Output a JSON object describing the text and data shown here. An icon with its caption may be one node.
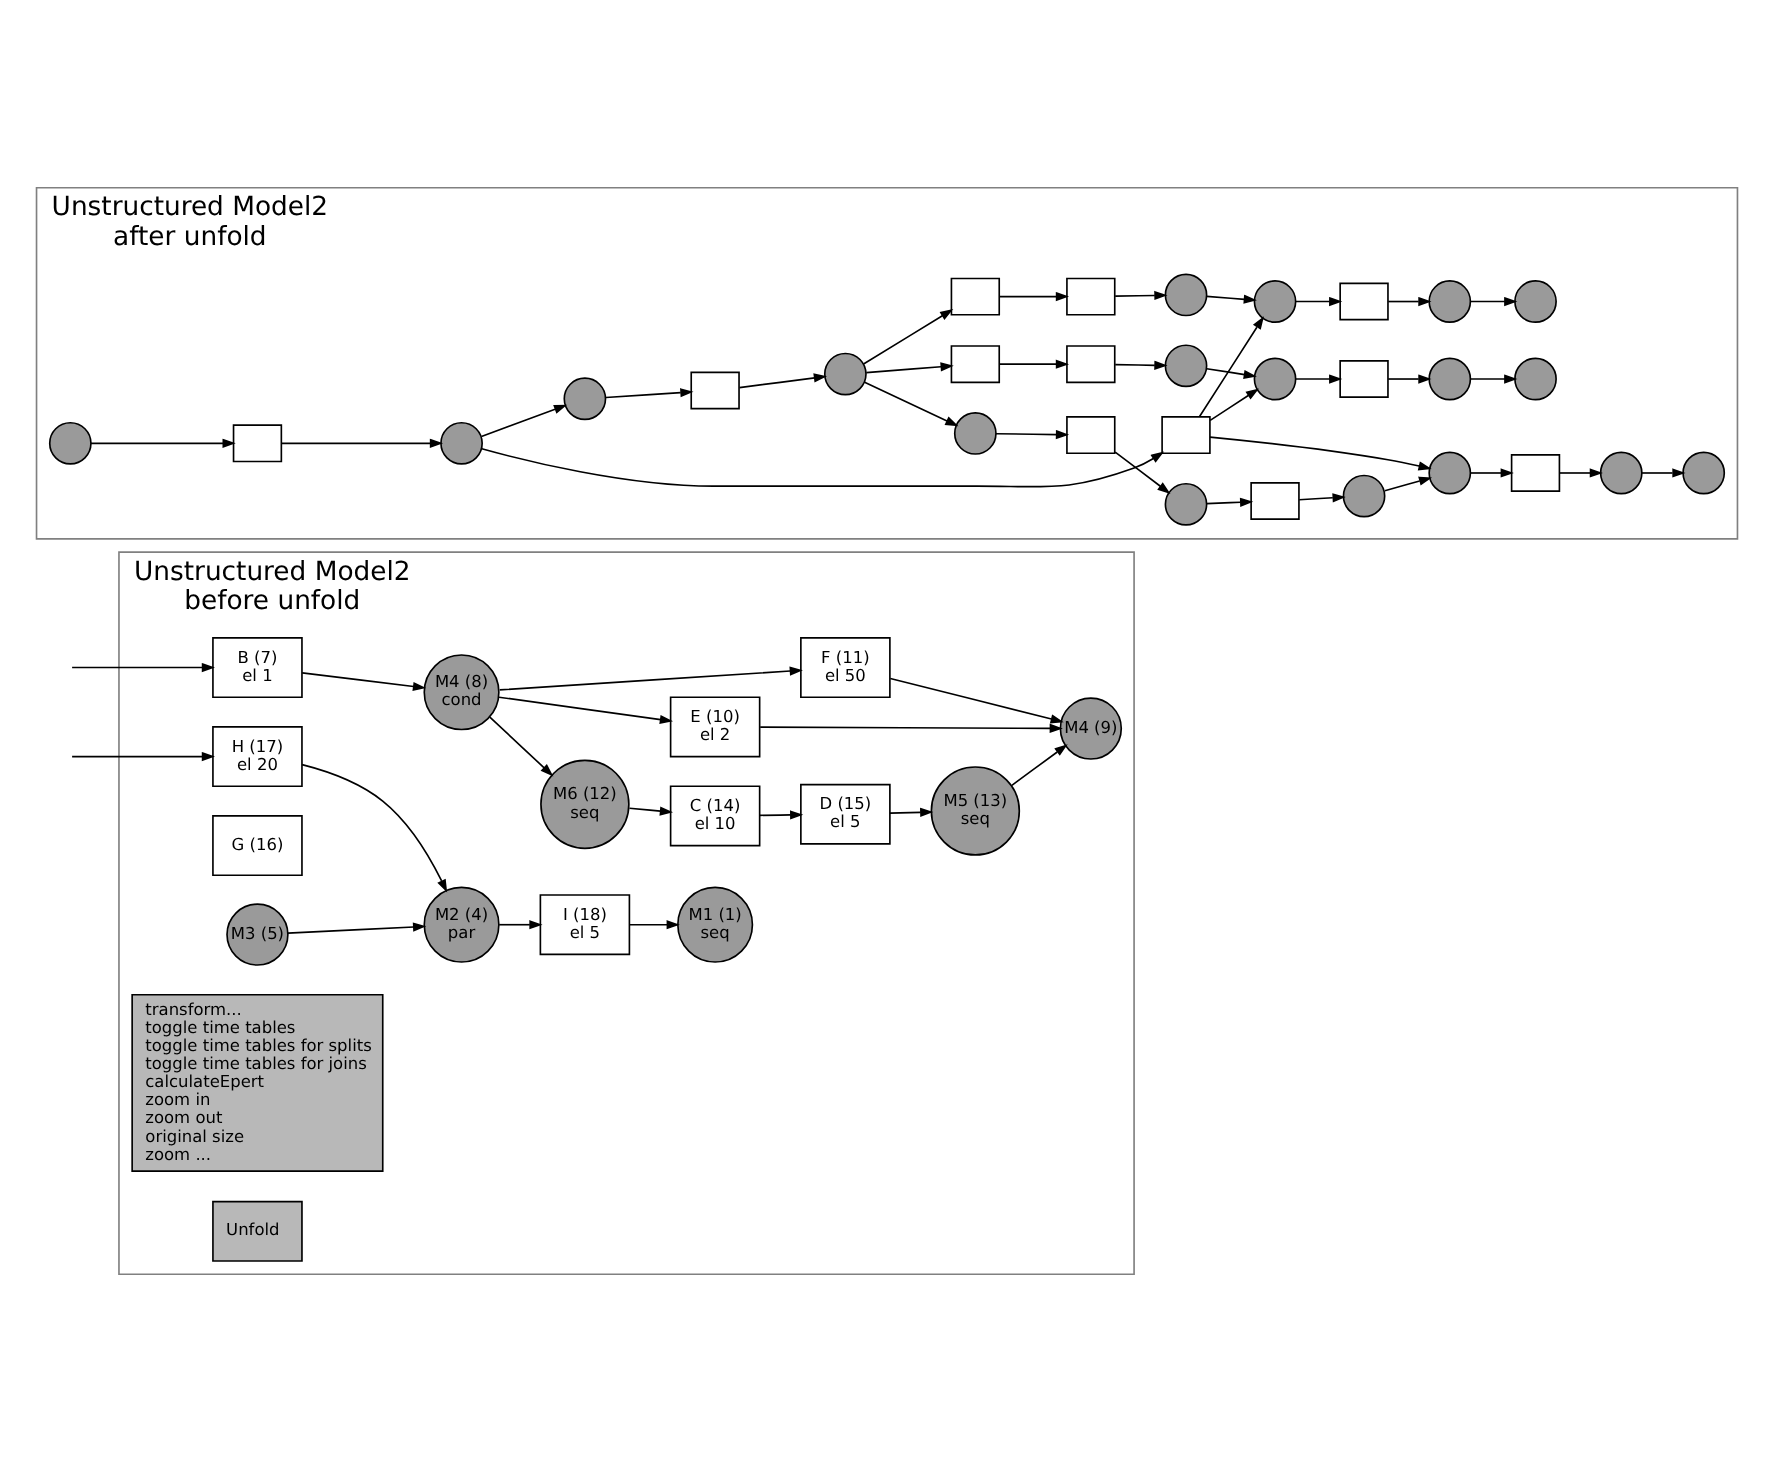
{
  "diagram": {
    "nodes": [
      {
        "text": [
          "Unstructured Model2",
          "before unfold"
        ]
      },
      {
        "text": [
          "B (7)",
          "el 1"
        ],
        "in": 0
      },
      {
        "text": [
          "M4 (8)",
          "cond"
        ],
        "in": 0
      },
      {
        "text": [
          "E (10)",
          "el 2"
        ],
        "in": 0
      },
      {
        "text": [
          "F (11)",
          "el 50"
        ],
        "in": 0
      },
      {
        "text": [
          "M6 (12)",
          "seq"
        ],
        "in": 0
      },
      {
        "text": [
          "C (14)",
          "el 10"
        ],
        "in": 0
      },
      {
        "text": [
          "D (15)",
          "el 5"
        ],
        "in": 0
      },
      {
        "text": [
          "M5 (13)",
          "seq"
        ],
        "in": 0
      },
      {
        "text": [
          "H (17)",
          "el 20"
        ],
        "in": 0
      },
      {
        "text": [
          "M4 (9)"
        ],
        "in": 0
      },
      {
        "text": [
          "G (16)"
        ],
        "in": 0
      },
      {
        "text": [
          "M3 (5)"
        ],
        "in": 0
      },
      {
        "text": [
          "M2 (4)",
          "par"
        ],
        "in": 0
      },
      {
        "text": [
          "I (18)",
          "el 5"
        ],
        "in": 0
      },
      {
        "text": [
          "M1 (1)",
          "seq"
        ],
        "in": 0
      },
      {
        "text": [
          "transform...",
          "toggle time tables",
          "toggle time tables for splits",
          "toggle time tables for joins",
          "calculateEpert",
          "zoom in",
          "zoom out",
          "original size",
          "zoom ..."
        ],
        "in": 0
      },
      {
        "text": [
          "Unfold"
        ],
        "in": 0
      },
      {
        "text": [
          "Unstructured Model2",
          "after unfold"
        ]
      },
      {
        "text": [],
        "shape": "circle",
        "in": 18
      },
      {
        "text": [],
        "shape": "box",
        "in": 18
      },
      {
        "text": [],
        "shape": "circle",
        "in": 18
      },
      {
        "text": [],
        "shape": "circle",
        "in": 18
      },
      {
        "text": [],
        "shape": "box",
        "in": 18
      },
      {
        "text": [],
        "shape": "circle",
        "in": 18
      },
      {
        "text": [],
        "shape": "box",
        "in": 18
      },
      {
        "text": [],
        "shape": "box",
        "in": 18
      },
      {
        "text": [],
        "shape": "circle",
        "in": 18
      },
      {
        "text": [],
        "shape": "box",
        "in": 18
      },
      {
        "text": [],
        "shape": "box",
        "in": 18
      },
      {
        "text": [],
        "shape": "box",
        "in": 18
      },
      {
        "text": [],
        "shape": "circle",
        "in": 18
      },
      {
        "text": [],
        "shape": "circle",
        "in": 18
      },
      {
        "text": [],
        "shape": "box",
        "in": 18
      },
      {
        "text": [],
        "shape": "circle",
        "in": 18
      },
      {
        "text": [],
        "shape": "circle",
        "in": 18
      },
      {
        "text": [],
        "shape": "circle",
        "in": 18
      },
      {
        "text": [],
        "shape": "box",
        "in": 18
      },
      {
        "text": [],
        "shape": "box",
        "in": 18
      },
      {
        "text": [],
        "shape": "box",
        "in": 18
      },
      {
        "text": [],
        "shape": "circle",
        "in": 18
      },
      {
        "text": [],
        "shape": "circle",
        "in": 18
      },
      {
        "text": [],
        "shape": "circle",
        "in": 18
      },
      {
        "text": [],
        "shape": "circle",
        "in": 18
      },
      {
        "text": [],
        "shape": "circle",
        "in": 18
      },
      {
        "text": [],
        "shape": "circle",
        "in": 18
      },
      {
        "text": [],
        "shape": "box",
        "in": 18
      },
      {
        "text": [],
        "shape": "circle",
        "in": 18
      },
      {
        "text": [],
        "shape": "circle",
        "in": 18
      }
    ],
    "edges": [
      {
        "from": null,
        "to": 1,
        "arrow": "to"
      },
      {
        "from": 1,
        "to": 2,
        "arrow": "to"
      },
      {
        "from": 2,
        "to": 3,
        "arrow": "to"
      },
      {
        "from": 2,
        "to": 4,
        "arrow": "to"
      },
      {
        "from": 2,
        "to": 5,
        "arrow": "to"
      },
      {
        "from": 5,
        "to": 6,
        "arrow": "to"
      },
      {
        "from": 6,
        "to": 7,
        "arrow": "to"
      },
      {
        "from": 7,
        "to": 8,
        "arrow": "to"
      },
      {
        "from": 3,
        "to": 10,
        "arrow": "to"
      },
      {
        "from": 4,
        "to": 10,
        "arrow": "to"
      },
      {
        "from": 8,
        "to": 10,
        "arrow": "to"
      },
      {
        "from": null,
        "to": 9,
        "arrow": "to"
      },
      {
        "from": 9,
        "to": 13,
        "arrow": "to"
      },
      {
        "from": 12,
        "to": 13,
        "arrow": "to"
      },
      {
        "from": 13,
        "to": 14,
        "arrow": "to"
      },
      {
        "from": 14,
        "to": 15,
        "arrow": "to"
      },
      {
        "from": 19,
        "to": 20,
        "arrow": "to"
      },
      {
        "from": 20,
        "to": 21,
        "arrow": "to"
      },
      {
        "from": 21,
        "to": 22,
        "arrow": "to"
      },
      {
        "from": 21,
        "to": 33,
        "arrow": "to"
      },
      {
        "from": 22,
        "to": 23,
        "arrow": "to"
      },
      {
        "from": 23,
        "to": 24,
        "arrow": "to"
      },
      {
        "from": 24,
        "to": 25,
        "arrow": "to"
      },
      {
        "from": 24,
        "to": 26,
        "arrow": "to"
      },
      {
        "from": 24,
        "to": 27,
        "arrow": "to"
      },
      {
        "from": 25,
        "to": 28,
        "arrow": "to"
      },
      {
        "from": 26,
        "to": 29,
        "arrow": "to"
      },
      {
        "from": 27,
        "to": 30,
        "arrow": "to"
      },
      {
        "from": 28,
        "to": 31,
        "arrow": "to"
      },
      {
        "from": 29,
        "to": 32,
        "arrow": "to"
      },
      {
        "from": 30,
        "to": 35,
        "arrow": "to"
      },
      {
        "from": 31,
        "to": 34,
        "arrow": "to"
      },
      {
        "from": 32,
        "to": 36,
        "arrow": "to"
      },
      {
        "from": 33,
        "to": 34,
        "arrow": "to"
      },
      {
        "from": 33,
        "to": 36,
        "arrow": "to"
      },
      {
        "from": 33,
        "to": 45,
        "arrow": "to"
      },
      {
        "from": 34,
        "to": 37,
        "arrow": "to"
      },
      {
        "from": 35,
        "to": 39,
        "arrow": "to"
      },
      {
        "from": 36,
        "to": 38,
        "arrow": "to"
      },
      {
        "from": 37,
        "to": 40,
        "arrow": "to"
      },
      {
        "from": 40,
        "to": 43,
        "arrow": "to"
      },
      {
        "from": 38,
        "to": 41,
        "arrow": "to"
      },
      {
        "from": 41,
        "to": 44,
        "arrow": "to"
      },
      {
        "from": 39,
        "to": 42,
        "arrow": "to"
      },
      {
        "from": 42,
        "to": 45,
        "arrow": "to"
      },
      {
        "from": 45,
        "to": 46,
        "arrow": "to"
      },
      {
        "from": 46,
        "to": 47,
        "arrow": "to"
      },
      {
        "from": 47,
        "to": 48,
        "arrow": "to"
      }
    ]
  }
}
